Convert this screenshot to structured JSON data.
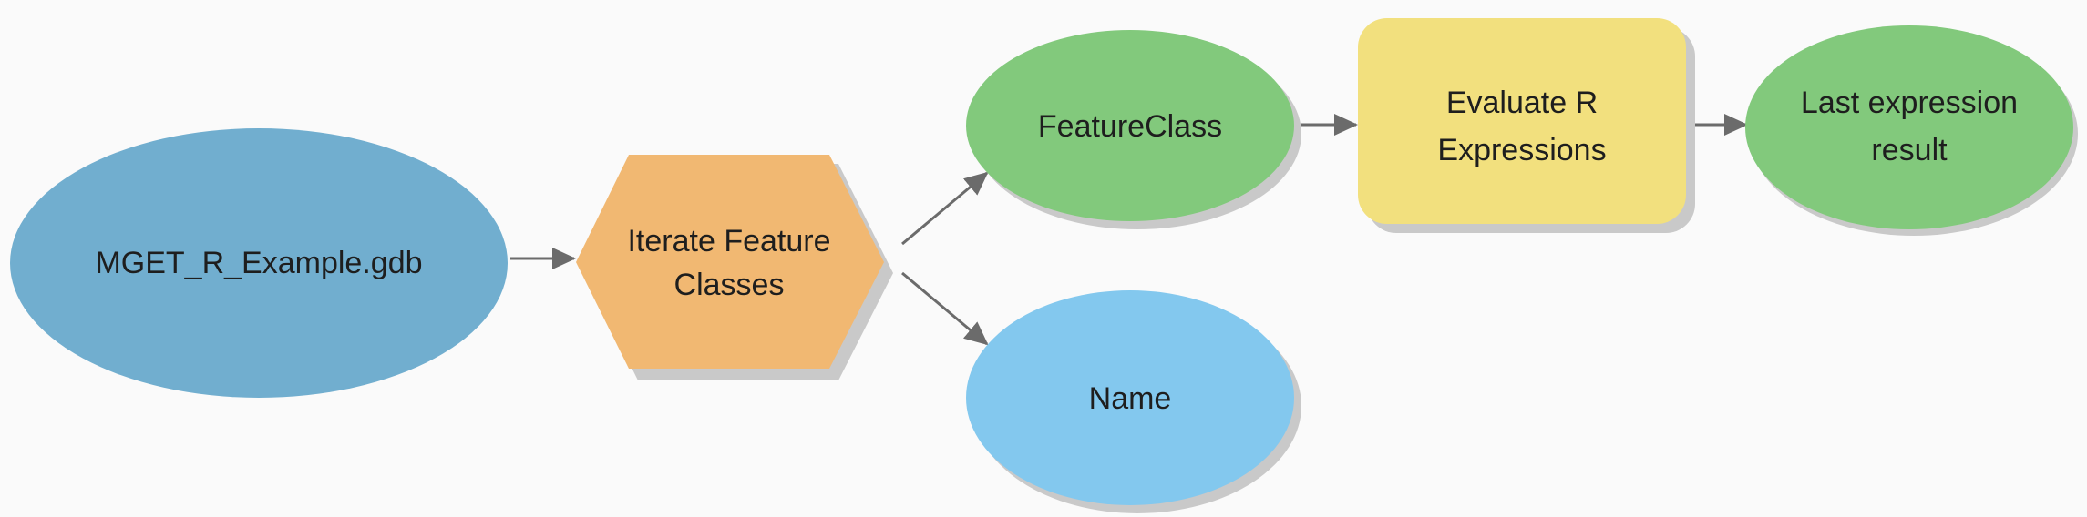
{
  "diagram": {
    "nodes": {
      "input_gdb": {
        "label": "MGET_R_Example.gdb",
        "shape": "ellipse",
        "color": "#71AECF"
      },
      "iterate": {
        "label_line1": "Iterate Feature",
        "label_line2": "Classes",
        "shape": "hexagon",
        "color": "#F1B872"
      },
      "feature_class": {
        "label": "FeatureClass",
        "shape": "ellipse",
        "color": "#82C97C"
      },
      "name": {
        "label": "Name",
        "shape": "ellipse",
        "color": "#83C8EE"
      },
      "evaluate": {
        "label_line1": "Evaluate R",
        "label_line2": "Expressions",
        "shape": "rounded-rectangle",
        "color": "#F2E07E"
      },
      "last_result": {
        "label_line1": "Last expression",
        "label_line2": "result",
        "shape": "ellipse",
        "color": "#82C97C"
      }
    },
    "connector_color": "#6b6b6b",
    "shadow_color": "#c9c9c9"
  }
}
